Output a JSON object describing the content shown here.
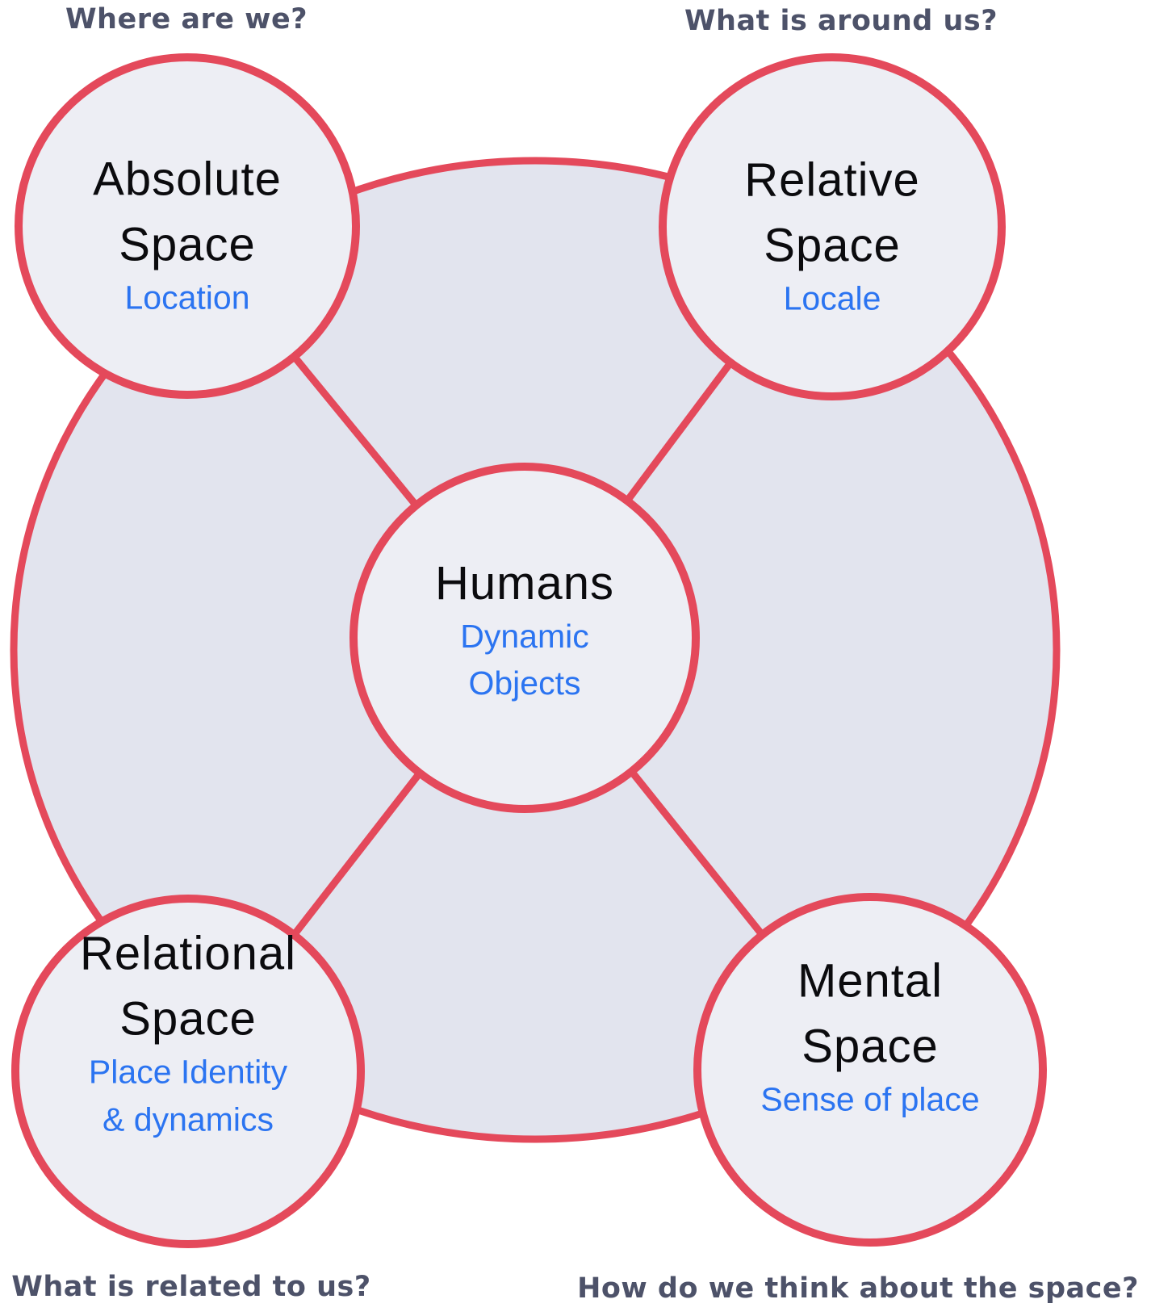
{
  "colors": {
    "red": "#E4495B",
    "ellipse-fill": "#E2E4EE",
    "node-fill": "#EDEEF4",
    "title-color": "#0B0B0E",
    "subtitle-color": "#2B74F1",
    "question-color": "#4D5269"
  },
  "nodes": {
    "humans": {
      "title": "Humans",
      "subtitle_line1": "Dynamic",
      "subtitle_line2": "Objects"
    },
    "absolute": {
      "title_line1": "Absolute",
      "title_line2": "Space",
      "subtitle": "Location",
      "question": "Where are we?"
    },
    "relative": {
      "title_line1": "Relative",
      "title_line2": "Space",
      "subtitle": "Locale",
      "question": "What is around us?"
    },
    "relational": {
      "title_line1": "Relational",
      "title_line2": "Space",
      "subtitle_line1": "Place Identity",
      "subtitle_line2": "& dynamics",
      "question": "What is related to us?"
    },
    "mental": {
      "title_line1": "Mental",
      "title_line2": "Space",
      "subtitle": "Sense of place",
      "question": "How do we think about the space?"
    }
  }
}
